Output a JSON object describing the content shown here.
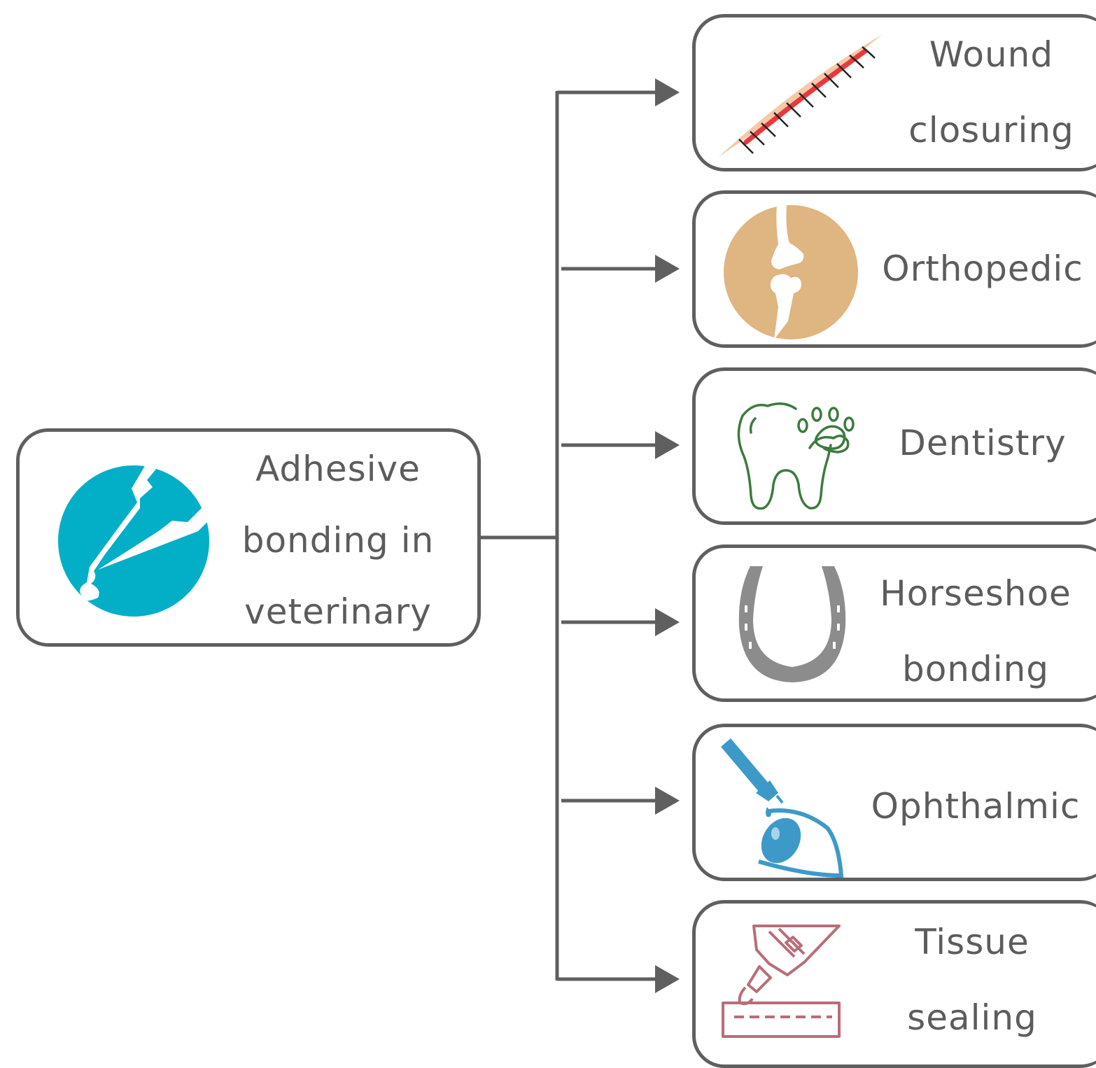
{
  "root": {
    "lines": [
      "Adhesive",
      "bonding in",
      "veterinary"
    ],
    "icon": "glue-tube-icon",
    "icon_color": "#03afc7"
  },
  "applications": [
    {
      "lines": [
        "Wound",
        "closuring"
      ],
      "icon": "sutured-wound-icon"
    },
    {
      "lines": [
        "Orthopedic"
      ],
      "icon": "bone-joint-icon"
    },
    {
      "lines": [
        "Dentistry"
      ],
      "icon": "tooth-paw-icon"
    },
    {
      "lines": [
        "Horseshoe",
        "bonding"
      ],
      "icon": "horseshoe-icon"
    },
    {
      "lines": [
        "Ophthalmic"
      ],
      "icon": "eye-drop-icon"
    },
    {
      "lines": [
        "Tissue",
        "sealing"
      ],
      "icon": "tissue-sealant-icon"
    }
  ],
  "colors": {
    "connector": "#5f5f5f",
    "text": "#5c5c5c",
    "wound": "#e8383d",
    "bone_bg": "#dfb581",
    "tooth": "#3d7a3f",
    "horseshoe": "#8c8c8c",
    "eye": "#3d9ac8",
    "tissue": "#b86e78"
  }
}
